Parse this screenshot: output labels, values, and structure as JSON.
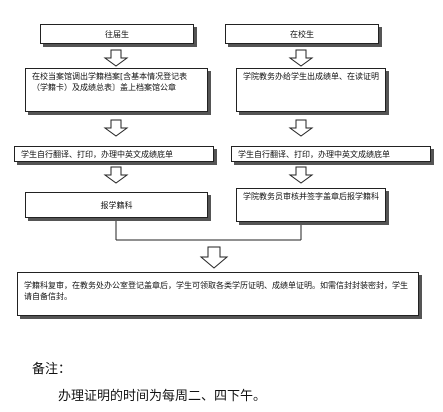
{
  "flowchart": {
    "left": {
      "title": "往届生",
      "step1": "在校当案馆调出学籍档案[含基本情况登记表（学籍卡）及成绩总表〕盖上档案馆公章",
      "step2": "学生自行翻译、打印，办理中英文成绩底单",
      "step3": "报学籍科"
    },
    "right": {
      "title": "在校生",
      "step1": "学院教务办给学生出成绩单、在读证明",
      "step2": "学生自行翻译、打印，办理中英文成绩底单",
      "step3": "学院教务员审核并签字盖章后报学籍科"
    },
    "final": "学籍科复审，在教务处办公室登记盖章后，学生可领取各类学历证明、成绩单证明。如需信封封装密封，学生请自备信封。"
  },
  "notes": {
    "label": "备注：",
    "text": "办理证明的时间为每周二、四下午。"
  }
}
